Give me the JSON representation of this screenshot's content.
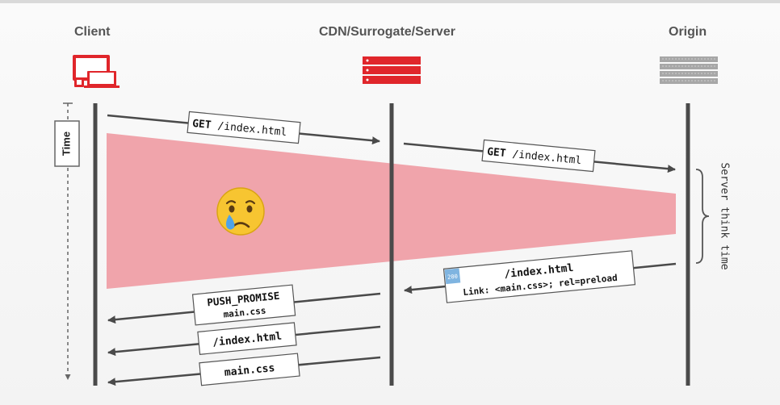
{
  "columns": {
    "client": "Client",
    "cdn": "CDN/Surrogate/Server",
    "origin": "Origin"
  },
  "time_label": "Time",
  "server_think_label": "Server think time",
  "messages": {
    "get_client_method": "GET",
    "get_client_path": "/index.html",
    "get_cdn_method": "GET",
    "get_cdn_path": "/index.html",
    "response_status": "200",
    "response_path": "/index.html",
    "response_link": "Link: <main.css>; rel=preload",
    "push_promise_title": "PUSH_PROMISE",
    "push_promise_file": "main.css",
    "index_response": "/index.html",
    "css_response": "main.css"
  },
  "colors": {
    "accent_red": "#e0262b",
    "wait_band": "#f0a4ab",
    "line_dark": "#4a4a4a",
    "status_blue": "#7fb4e0"
  },
  "icons": {
    "client": "devices-icon",
    "cdn": "server-rack-icon",
    "origin": "server-rack-gray-icon",
    "sad": "crying-face-emoji"
  }
}
